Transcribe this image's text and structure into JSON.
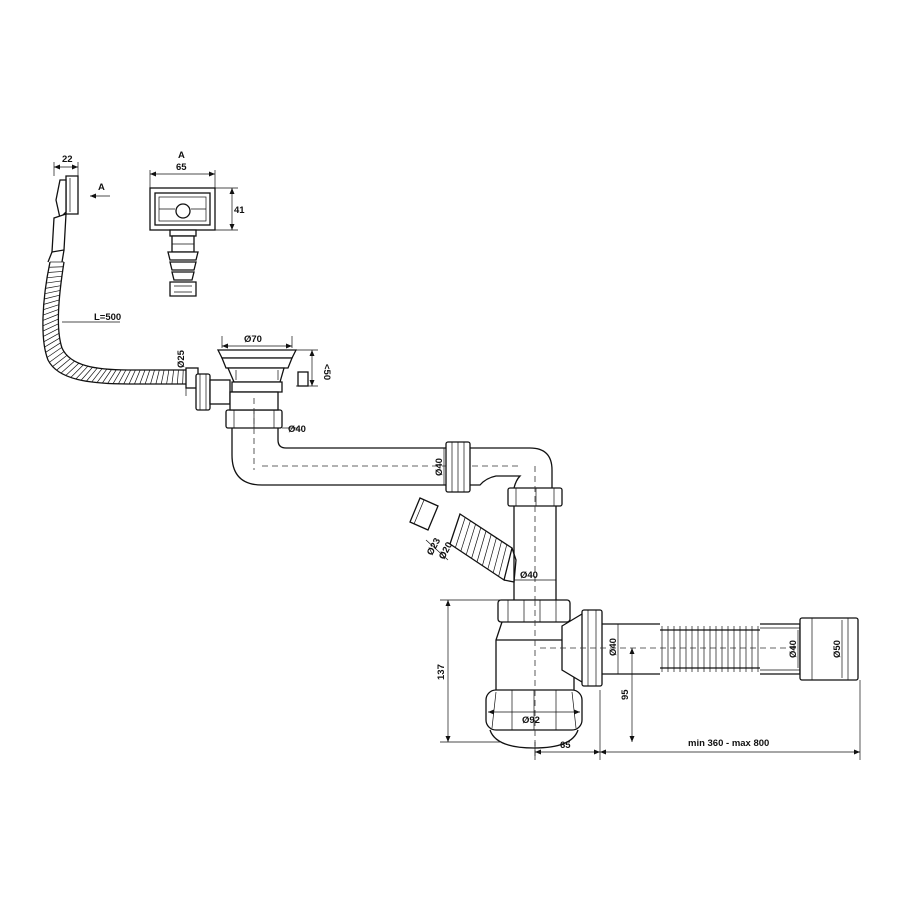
{
  "labels": {
    "overflow_width": "22",
    "view_arrow": "A",
    "view_title": "A",
    "view_width": "65",
    "view_height": "41",
    "hose_length": "L=500",
    "d_overflow": "Ø25",
    "d_grid": "Ø70",
    "h_grid": "<50",
    "d_outlet": "Ø40",
    "d_pipe": "Ø40",
    "d_side_23": "Ø23",
    "d_side_20": "Ø20",
    "d_riser": "Ø40",
    "h_trap": "137",
    "d_trap_out": "Ø40",
    "d_bowl": "Ø92",
    "h_outlet": "95",
    "w_offset": "65",
    "d_flex": "Ø40",
    "d_end": "Ø50",
    "len_range": "min 360 - max 800"
  },
  "colors": {
    "line": "#111111",
    "background": "#ffffff"
  }
}
